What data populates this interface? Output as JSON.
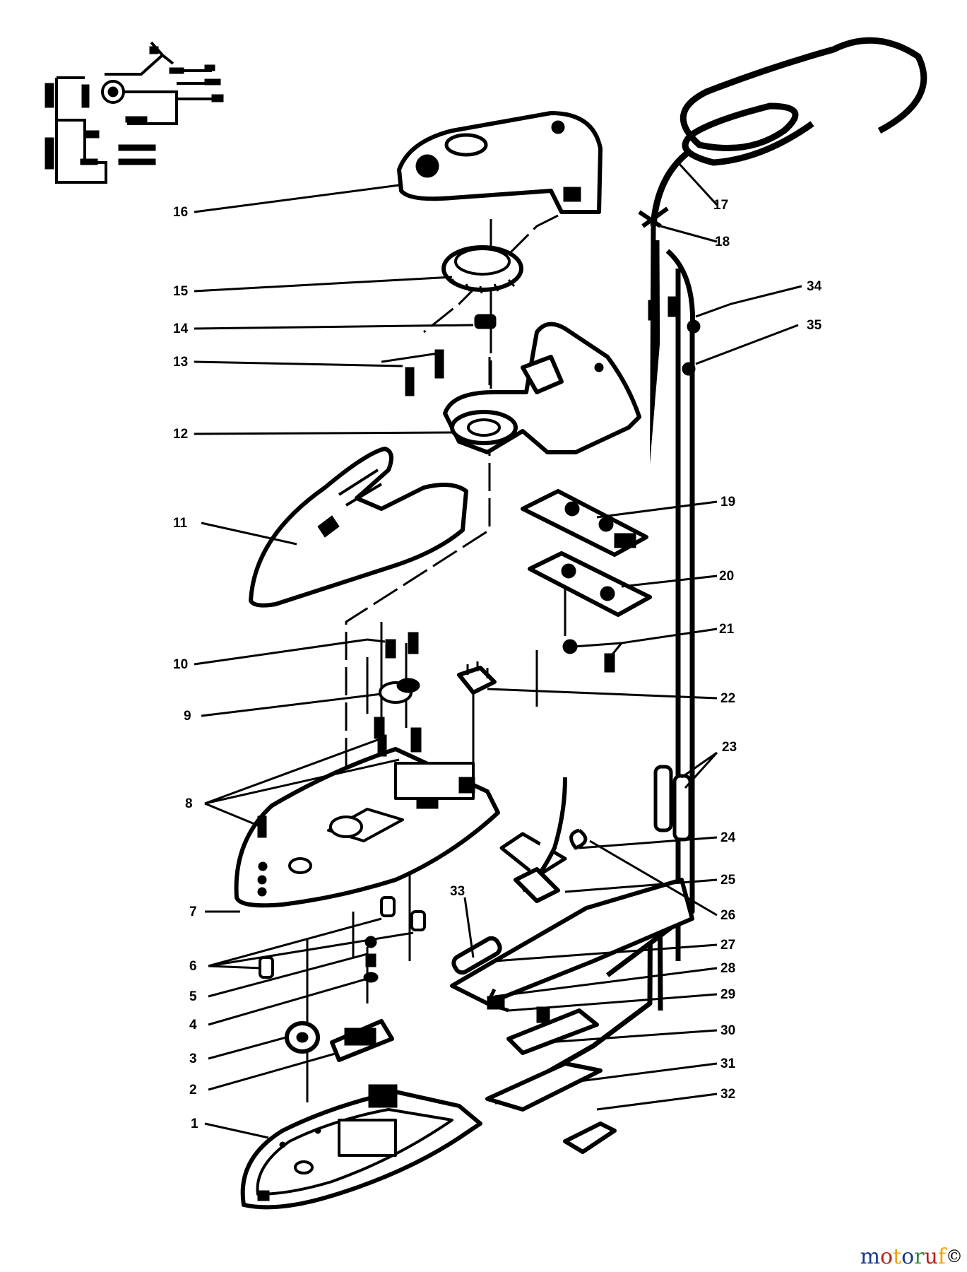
{
  "parts": [
    "1",
    "2",
    "3",
    "4",
    "5",
    "6",
    "7",
    "8",
    "9",
    "10",
    "11",
    "12",
    "13",
    "14",
    "15",
    "16",
    "17",
    "18",
    "19",
    "20",
    "21",
    "22",
    "23",
    "24",
    "25",
    "26",
    "27",
    "28",
    "29",
    "30",
    "31",
    "32",
    "33",
    "34",
    "35"
  ],
  "watermark": {
    "letters": [
      "m",
      "o",
      "t",
      "o",
      "r",
      "u",
      "f"
    ],
    "colors": [
      "#1a3a8a",
      "#b3261e",
      "#f2a000",
      "#1a3a8a",
      "#2e8b3a",
      "#b3261e",
      "#f2a000"
    ],
    "badge": "©"
  }
}
